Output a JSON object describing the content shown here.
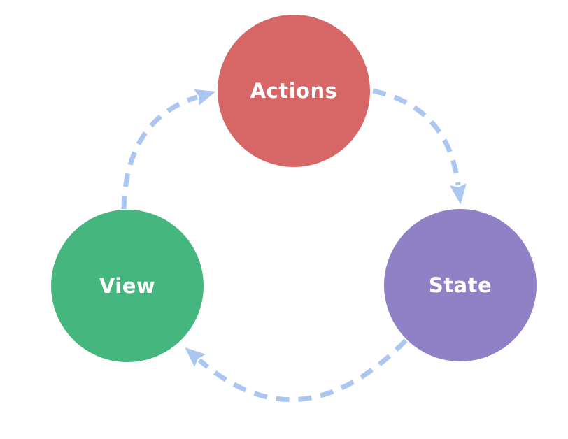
{
  "diagram": {
    "type": "cycle",
    "background": "#ffffff",
    "arrow_color": "#aac6f1",
    "label_color": "#ffffff",
    "nodes": [
      {
        "id": "actions",
        "label": "Actions",
        "color": "#d76767"
      },
      {
        "id": "state",
        "label": "State",
        "color": "#9080c5"
      },
      {
        "id": "view",
        "label": "View",
        "color": "#45b67e"
      }
    ],
    "edges": [
      {
        "from": "actions",
        "to": "state",
        "style": "dashed-arrow"
      },
      {
        "from": "state",
        "to": "view",
        "style": "dashed-arrow"
      },
      {
        "from": "view",
        "to": "actions",
        "style": "dashed-arrow"
      }
    ]
  }
}
